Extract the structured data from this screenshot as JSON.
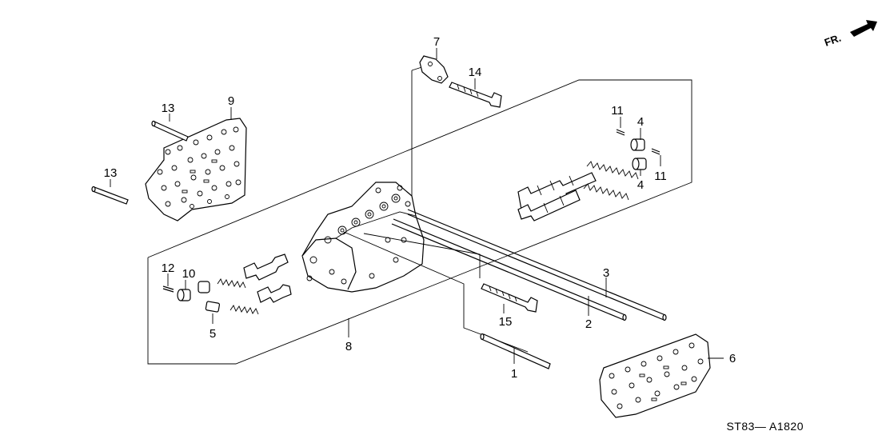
{
  "diagram": {
    "code": "ST83— A1820",
    "front_indicator": "FR.",
    "callouts": [
      "1",
      "2",
      "3",
      "4",
      "4",
      "5",
      "6",
      "7",
      "8",
      "9",
      "10",
      "11",
      "11",
      "12",
      "13",
      "13",
      "14",
      "15"
    ]
  }
}
